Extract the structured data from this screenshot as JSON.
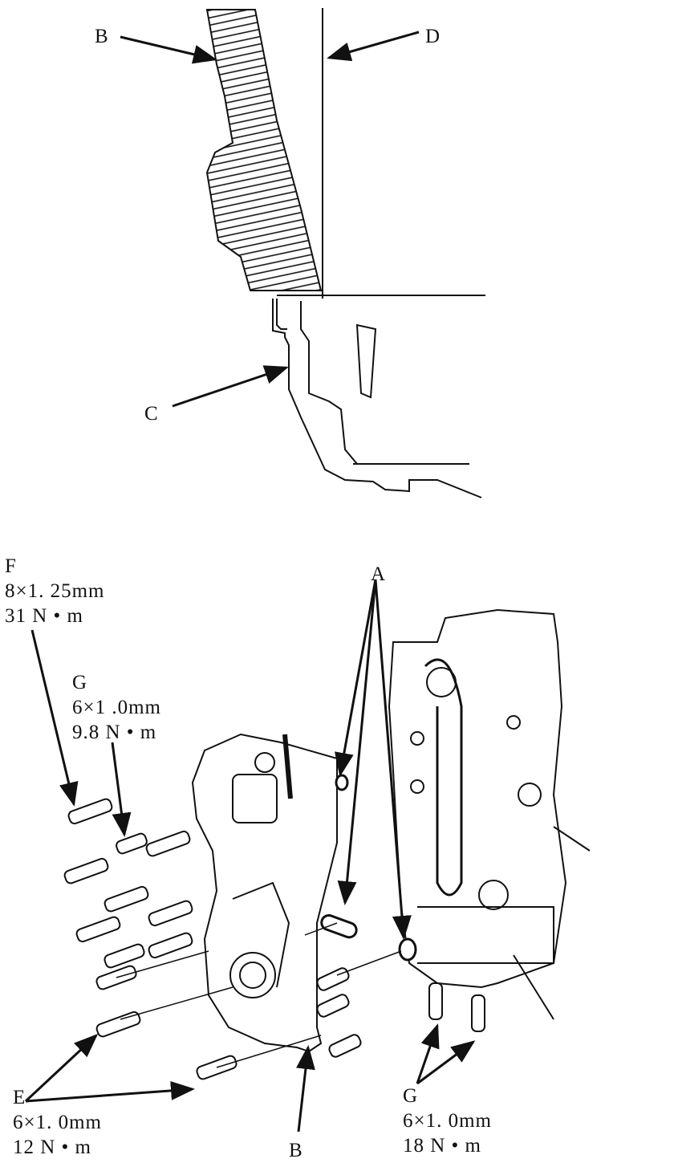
{
  "top_figure": {
    "callouts": {
      "B": "B",
      "C": "C",
      "D": "D"
    }
  },
  "bottom_figure": {
    "callout_A": "A",
    "callout_B": "B",
    "bolt_F": {
      "label": "F",
      "size": "8×1. 25mm",
      "torque": "31 N • m"
    },
    "bolt_G_upper": {
      "label": "G",
      "size": "6×1 .0mm",
      "torque": "9.8 N • m"
    },
    "bolt_E": {
      "label": "E",
      "size": "6×1. 0mm",
      "torque": "12 N • m"
    },
    "bolt_G_lower": {
      "label": "G",
      "size": "6×1. 0mm",
      "torque": "18 N • m"
    }
  }
}
